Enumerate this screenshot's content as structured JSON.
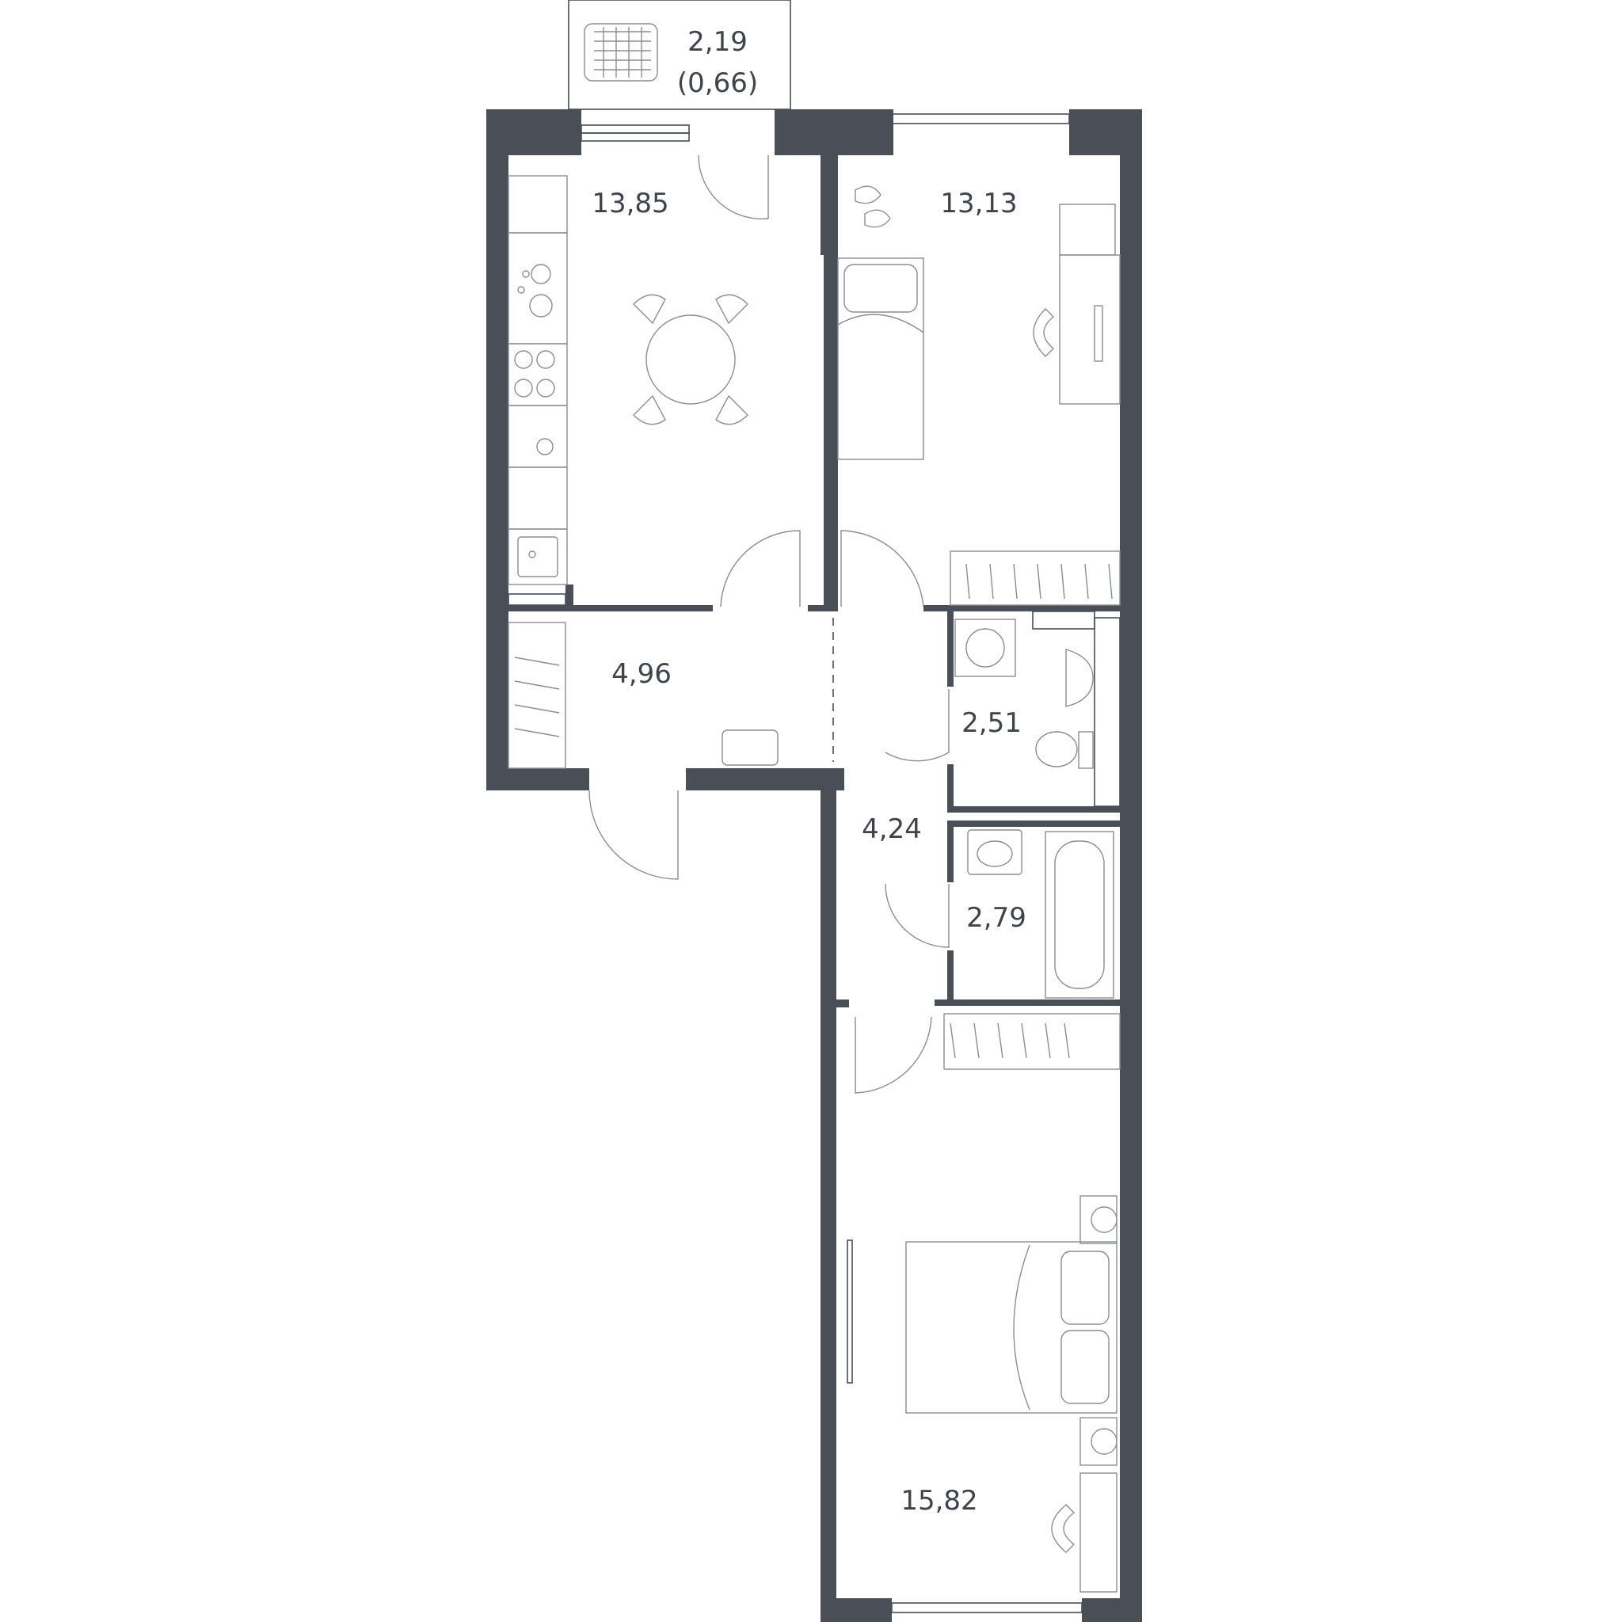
{
  "rooms": {
    "balcony": {
      "area": "2,19",
      "area_reduced": "(0,66)"
    },
    "kitchen": {
      "area": "13,85"
    },
    "bedroom_1": {
      "area": "13,13"
    },
    "hall": {
      "area": "4,96"
    },
    "toilet": {
      "area": "2,51"
    },
    "corridor": {
      "area": "4,24"
    },
    "bathroom": {
      "area": "2,79"
    },
    "bedroom_2": {
      "area": "15,82"
    }
  },
  "icons": [
    "balcony-basket-icon",
    "dining-table-icon",
    "stove-icon",
    "sink-icon",
    "bed-icon",
    "desk-icon",
    "chair-icon",
    "washing-machine-icon",
    "toilet-icon",
    "washbasin-icon",
    "bathtub-icon",
    "wardrobe-icon",
    "plant-icon"
  ],
  "colors": {
    "wall": "#4a4e56",
    "background": "#ffffff",
    "furniture": "#8a8d92"
  }
}
